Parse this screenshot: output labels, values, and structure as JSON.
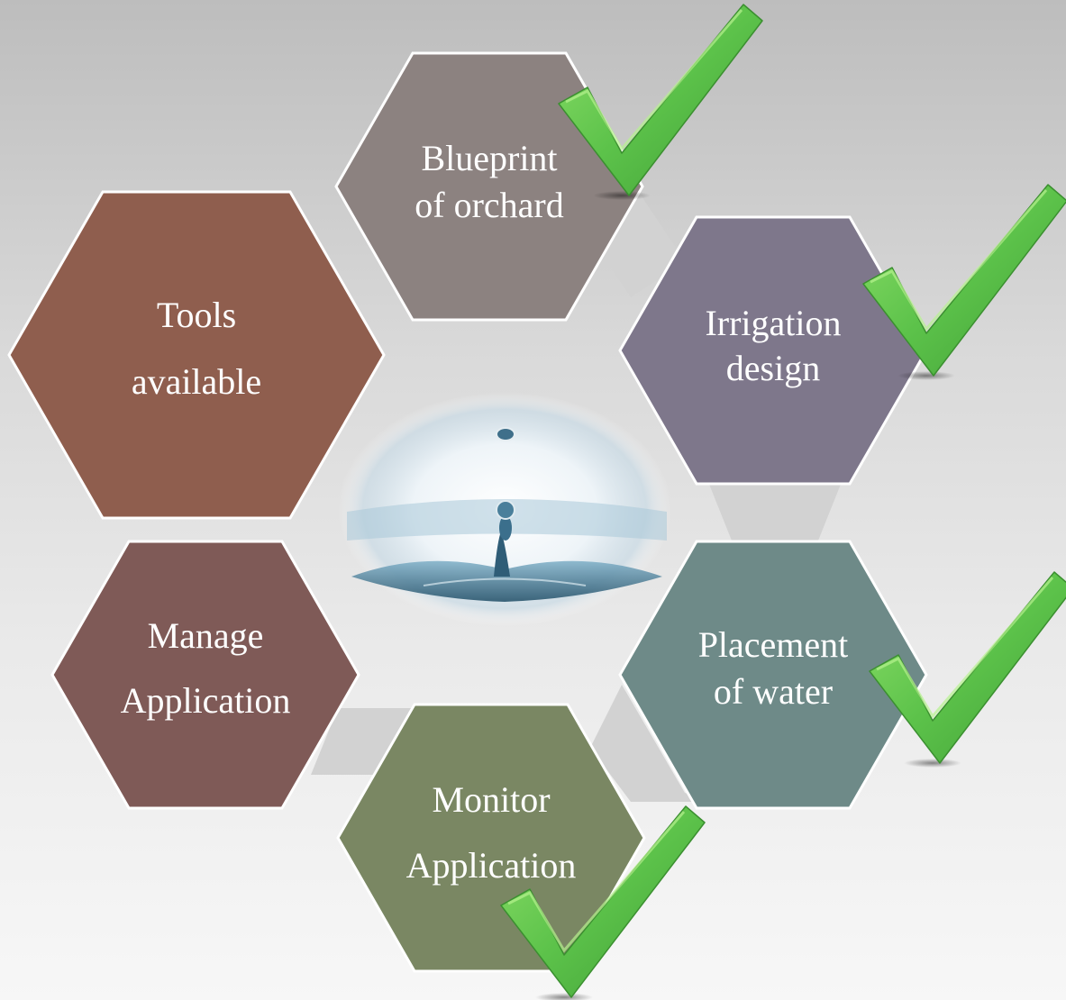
{
  "diagram": {
    "center_image": "water-droplet-splash",
    "colors": {
      "blueprint": "#8c8280",
      "irrigation": "#7e778b",
      "placement": "#6e8a88",
      "monitor": "#7a8763",
      "manage": "#7f5a57",
      "tools": "#8f5e4e",
      "connector": "#d2d2d2",
      "check": "#5cc24a"
    },
    "hexagons": [
      {
        "id": "blueprint",
        "lines": [
          "Blueprint",
          "of orchard"
        ],
        "checked": true
      },
      {
        "id": "irrigation",
        "lines": [
          "Irrigation",
          "design"
        ],
        "checked": true
      },
      {
        "id": "placement",
        "lines": [
          "Placement",
          "of water"
        ],
        "checked": true
      },
      {
        "id": "monitor",
        "lines": [
          "Monitor",
          "Application"
        ],
        "checked": true
      },
      {
        "id": "manage",
        "lines": [
          "Manage",
          "Application"
        ],
        "checked": false
      },
      {
        "id": "tools",
        "lines": [
          "Tools",
          "available"
        ],
        "checked": false
      }
    ]
  }
}
